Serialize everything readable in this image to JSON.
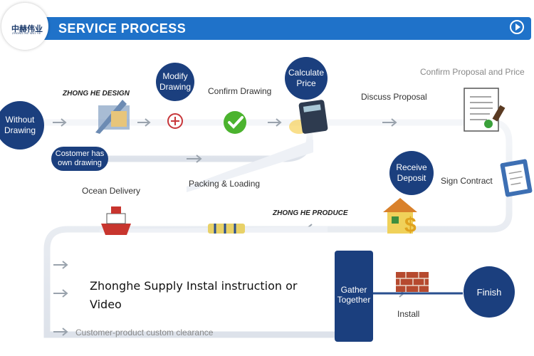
{
  "header": {
    "title": "SERVICE PROCESS",
    "logo_text": "中赫伟业",
    "logo_subtext": "ZHONG HE WEI YE"
  },
  "nodes": {
    "without_drawing": "Without Drawing",
    "modify_drawing": "Modify Drawing",
    "calculate_price": "Calculate Price",
    "receive_deposit": "Receive Deposit",
    "gather_together": "Gather Together",
    "finish": "Finish",
    "customer_has_drawing": "Costomer has own drawing"
  },
  "labels": {
    "zhong_he_design": "ZHONG HE DESIGN",
    "confirm_drawing": "Confirm Drawing",
    "discuss_proposal": "Discuss Proposal",
    "confirm_proposal": "Confirm Proposal and Price",
    "sign_contract": "Sign Contract",
    "packing_loading": "Packing & Loading",
    "ocean_delivery": "Ocean Delivery",
    "zhong_he_produce": "ZHONG HE PRODUCE",
    "install": "Install",
    "customer_clearance": "Customer-product custom clearance",
    "supply_instruction_line1": "Zhonghe Supply Instal instruction or",
    "supply_instruction_line2": "Video"
  },
  "colors": {
    "header_blue": "#1f72c9",
    "node_navy": "#1b3f7e",
    "track_grey": "#e6e9ee"
  }
}
